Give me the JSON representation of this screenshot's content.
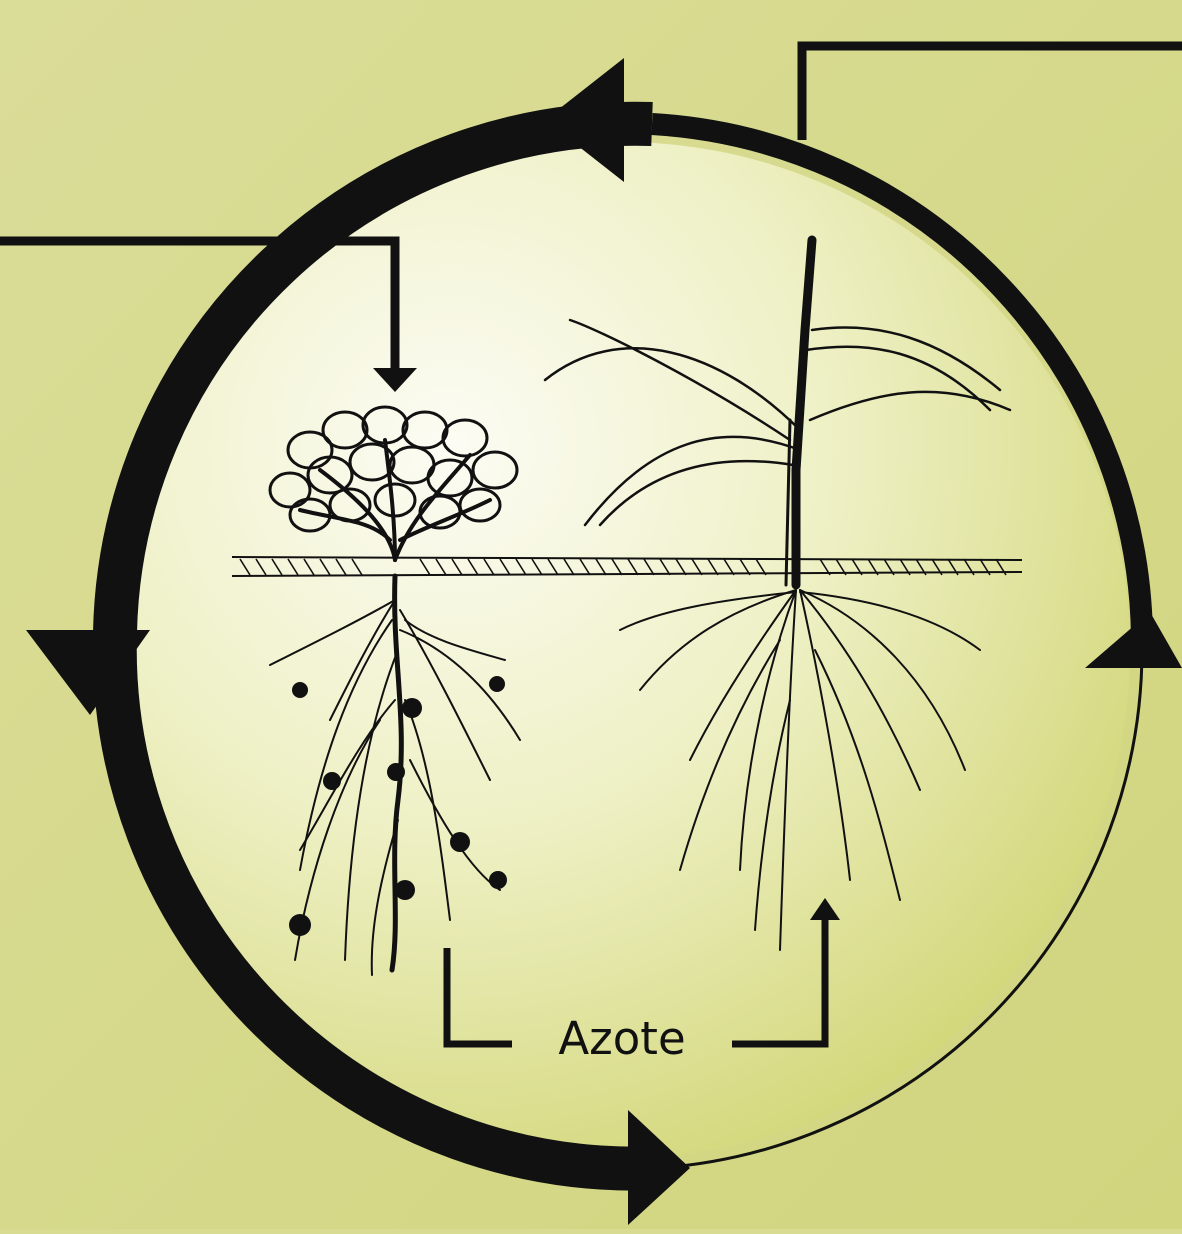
{
  "diagram": {
    "label": "Azote",
    "colors": {
      "background": "#d8dc93",
      "circle_center": "#fbfbf2",
      "circle_edge": "#cfd46a",
      "ink": "#111111"
    },
    "plants": [
      {
        "name": "legume",
        "icon": "clover-legume-with-root-nodules"
      },
      {
        "name": "cereal",
        "icon": "grass-cereal-with-fibrous-roots"
      }
    ]
  }
}
